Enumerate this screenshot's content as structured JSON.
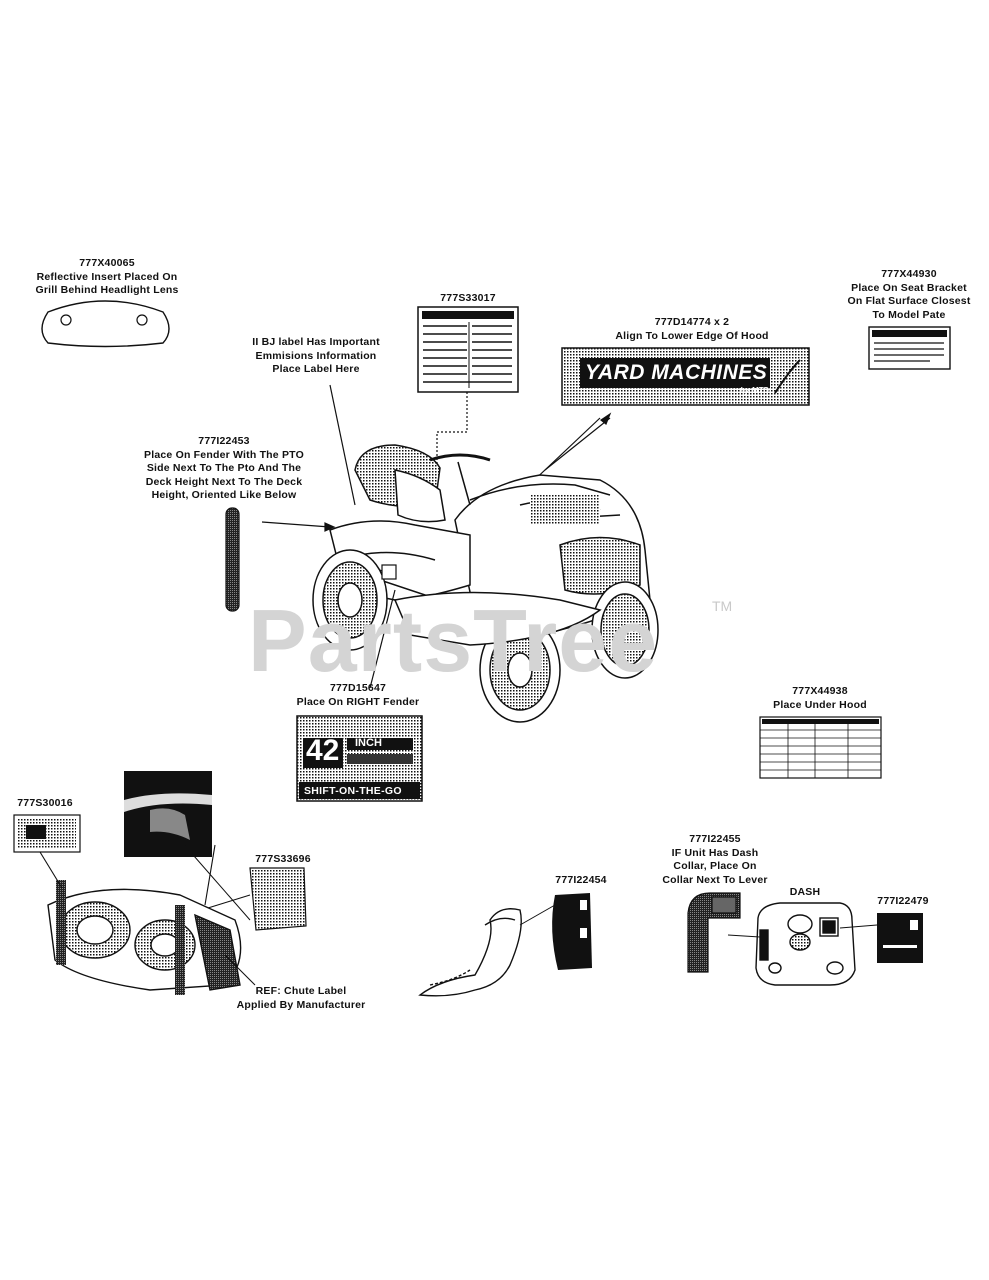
{
  "watermark": {
    "text": "PartsTree",
    "tm": "TM"
  },
  "labels": [
    {
      "id": "777X40065",
      "lines": [
        "777X40065",
        "Reflective Insert Placed On",
        "Grill Behind Headlight Lens"
      ]
    },
    {
      "id": "777S33017",
      "lines": [
        "777S33017"
      ]
    },
    {
      "id": "ii-bj",
      "lines": [
        "II BJ label Has Important",
        "Emmisions Information",
        "Place Label Here"
      ]
    },
    {
      "id": "777D14774",
      "lines": [
        "777D14774 x 2",
        "Align To Lower Edge Of Hood"
      ]
    },
    {
      "id": "777X44930",
      "lines": [
        "777X44930",
        "Place On Seat Bracket",
        "On Flat Surface Closest",
        "To Model Pate"
      ]
    },
    {
      "id": "777I22453",
      "lines": [
        "777I22453",
        "Place On Fender With The PTO",
        "Side Next To The Pto And The",
        "Deck Height Next To The Deck",
        "Height, Oriented Like Below"
      ]
    },
    {
      "id": "777D15647",
      "lines": [
        "777D15647",
        "Place On RIGHT Fender"
      ]
    },
    {
      "id": "777X44938",
      "lines": [
        "777X44938",
        "Place Under Hood"
      ]
    },
    {
      "id": "777S30016",
      "lines": [
        "777S30016"
      ]
    },
    {
      "id": "777S33696",
      "lines": [
        "777S33696"
      ]
    },
    {
      "id": "ref-chute",
      "lines": [
        "REF: Chute Label",
        "Applied By Manufacturer"
      ]
    },
    {
      "id": "777I22454",
      "lines": [
        "777I22454"
      ]
    },
    {
      "id": "777I22455",
      "lines": [
        "777I22455",
        "IF Unit Has Dash",
        "Collar, Place On",
        "Collar Next To Lever"
      ]
    },
    {
      "id": "dash",
      "lines": [
        "DASH"
      ]
    },
    {
      "id": "777I22479",
      "lines": [
        "777I22479"
      ]
    }
  ],
  "decals": {
    "yard_machines": {
      "brand": "YARD MACHINES",
      "sub": "by MTD"
    },
    "deck_42": {
      "number": "42",
      "unit": "INCH",
      "sub": "SHIFT-ON-THE-GO"
    }
  }
}
